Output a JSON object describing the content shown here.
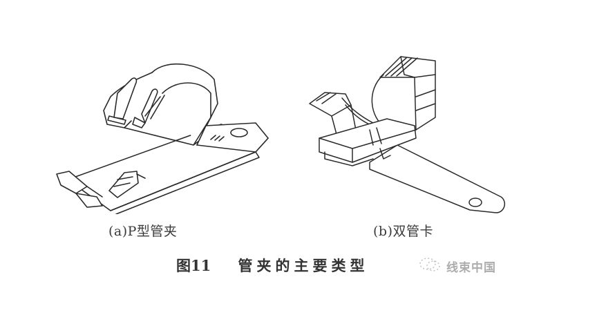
{
  "figure": {
    "number": "图11",
    "title": "管夹的主要类型",
    "panels": [
      {
        "id": "a",
        "caption": "(a)P型管夹",
        "subject": "P-type pipe clamp line drawing"
      },
      {
        "id": "b",
        "caption": "(b)双管卡",
        "subject": "double pipe clip line drawing"
      }
    ]
  },
  "watermark": {
    "icon": "wechat-logo-icon",
    "text": "线束中国"
  },
  "colors": {
    "background": "#ffffff",
    "line": "#2a2a2a",
    "caption": "#333333",
    "watermark": "#8a8a8a"
  }
}
